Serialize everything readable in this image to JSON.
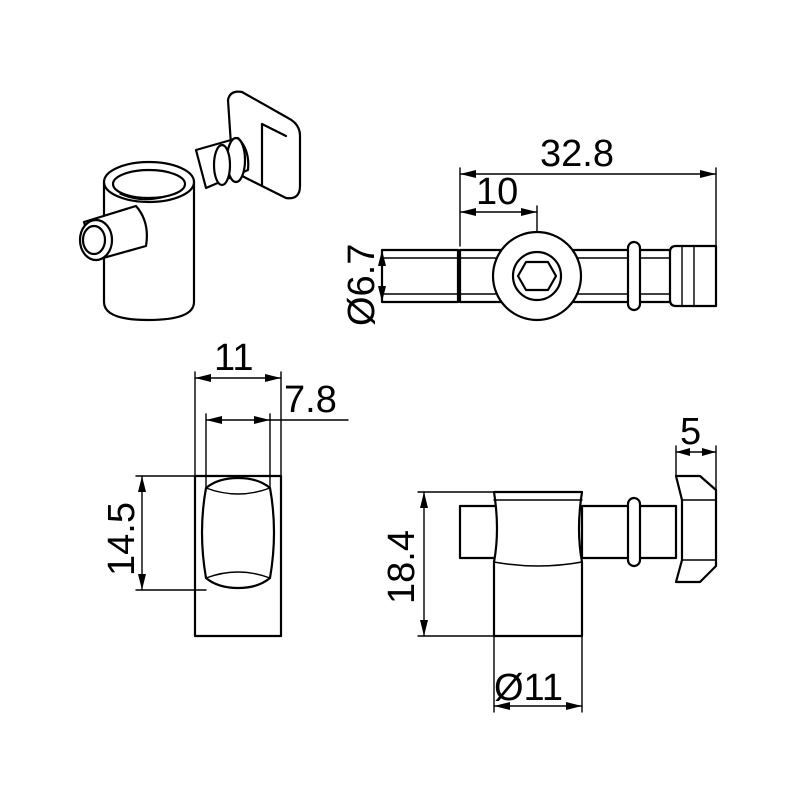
{
  "dimensions": {
    "overall_length": "32.8",
    "hole_offset": "10",
    "shaft_diameter": "Ø6.7",
    "body_width": "11",
    "head_width": "7.8",
    "head_height": "14.5",
    "body_height": "18.4",
    "body_diameter": "Ø11",
    "end_length": "5"
  }
}
